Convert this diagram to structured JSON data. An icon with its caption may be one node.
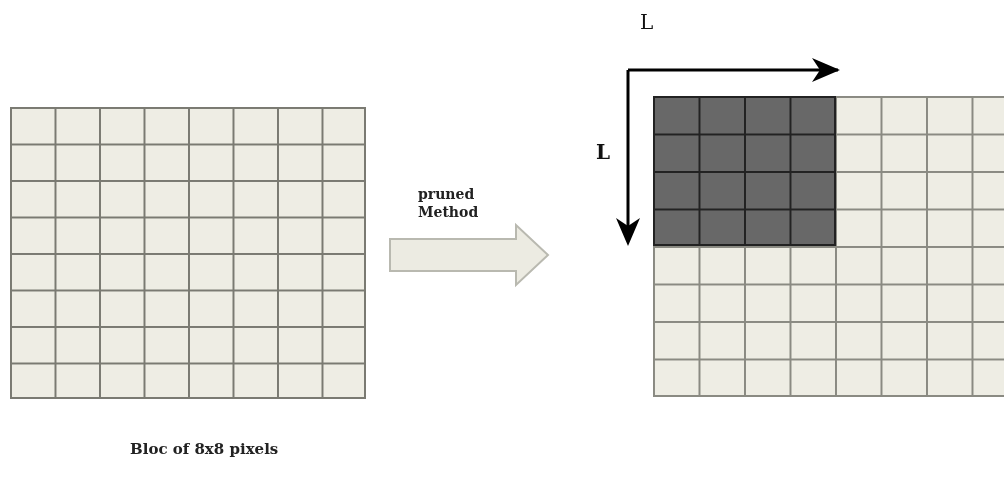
{
  "diagram": {
    "nodes": [
      {
        "text": [],
        "shape": "grid",
        "beside": [
          "Bloc of 8x8 pixels"
        ]
      },
      {
        "text": [],
        "shape": "grid"
      },
      {
        "text": [],
        "shape": "box",
        "in": 1
      }
    ],
    "edges": [
      {
        "from": 0,
        "to": 1,
        "arrow": "to",
        "label": "pruned Method"
      }
    ],
    "labels": [
      "L",
      "L"
    ]
  }
}
